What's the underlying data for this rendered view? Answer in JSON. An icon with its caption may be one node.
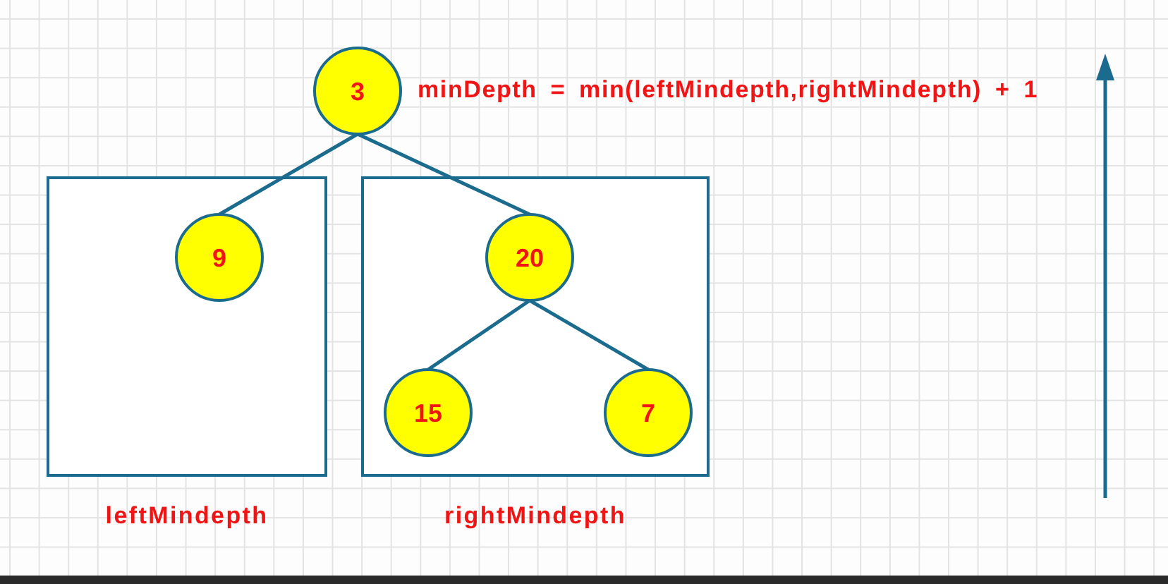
{
  "diagram": {
    "nodes": [
      {
        "text": [
          "3"
        ],
        "beside": [
          "minDepth = min(leftMindepth,rightMindepth) + 1"
        ]
      },
      {
        "text": [
          "leftMindepth"
        ]
      },
      {
        "text": [
          "9"
        ],
        "in": 1
      },
      {
        "text": [
          "rightMindepth"
        ]
      },
      {
        "text": [
          "20"
        ],
        "in": 3
      },
      {
        "text": [
          "15"
        ],
        "in": 3
      },
      {
        "text": [
          "7"
        ],
        "in": 3
      }
    ],
    "edges": [
      {
        "from": 0,
        "to": 2,
        "arrow": "none"
      },
      {
        "from": 0,
        "to": 4,
        "arrow": "none"
      },
      {
        "from": 4,
        "to": 5,
        "arrow": "none"
      },
      {
        "from": 4,
        "to": 6,
        "arrow": "none"
      }
    ]
  }
}
